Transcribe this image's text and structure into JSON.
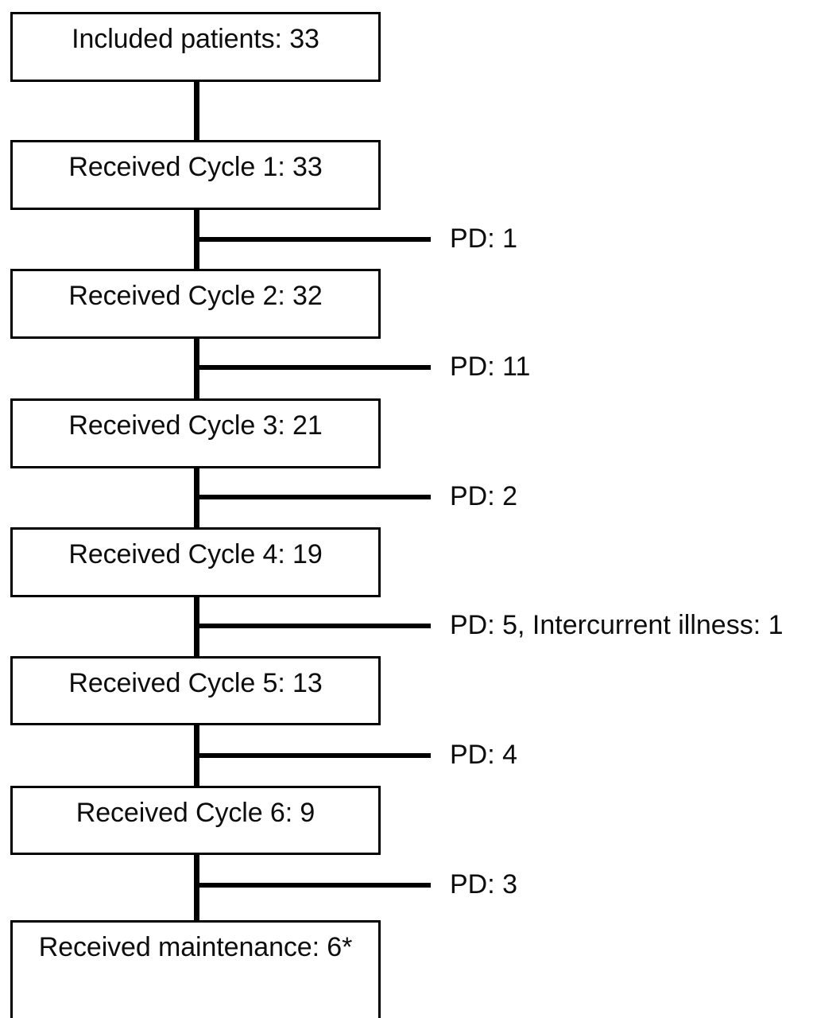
{
  "diagram": {
    "type": "patient-flow-consort-diagram",
    "title": "Patient treatment cycle flow",
    "colors": {
      "stroke": "#000000",
      "text": "#0D0D0D",
      "background": "#FFFFFF"
    },
    "nodes": [
      {
        "id": "included",
        "label": "Included patients: 33"
      },
      {
        "id": "cycle1",
        "label": "Received Cycle 1: 33"
      },
      {
        "id": "cycle2",
        "label": "Received Cycle 2: 32"
      },
      {
        "id": "cycle3",
        "label": "Received Cycle 3: 21"
      },
      {
        "id": "cycle4",
        "label": "Received Cycle 4: 19"
      },
      {
        "id": "cycle5",
        "label": "Received Cycle 5: 13"
      },
      {
        "id": "cycle6",
        "label": "Received Cycle 6: 9"
      },
      {
        "id": "maintenance",
        "label": "Received maintenance: 6*"
      }
    ],
    "dropouts": [
      {
        "id": "dropout-after-cycle1",
        "label": "PD: 1"
      },
      {
        "id": "dropout-after-cycle2",
        "label": "PD: 11"
      },
      {
        "id": "dropout-after-cycle3",
        "label": "PD: 2"
      },
      {
        "id": "dropout-after-cycle4",
        "label": "PD: 5, Intercurrent illness: 1"
      },
      {
        "id": "dropout-after-cycle5",
        "label": "PD: 4"
      },
      {
        "id": "dropout-after-cycle6",
        "label": "PD: 3"
      }
    ]
  }
}
